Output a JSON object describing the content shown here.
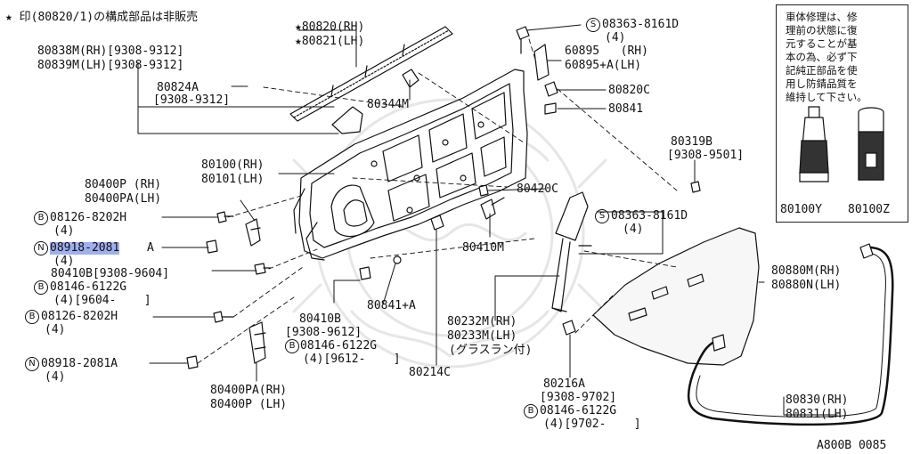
{
  "header_note": "★ 印(80820/1)の構成部品は非販売",
  "side_note": {
    "lines": [
      "車体修理は、修",
      "理前の状態に復",
      "元することが基",
      "本の為、必ず下",
      "記純正部品を使",
      "用し防錆品質を",
      "維持して下さい。"
    ],
    "items": [
      "80100Y",
      "80100Z"
    ]
  },
  "diagram_code": "A800B 0085",
  "symbols": {
    "s": "S",
    "b": "B",
    "n": "N"
  },
  "labels": {
    "p80820": "★80820(RH)",
    "p80821": "★80821(LH)",
    "p80838m": "80838M(RH)[9308-9312]",
    "p80839m": "80839M(LH)[9308-9312]",
    "p80824a": "80824A",
    "p80824a_range": "[9308-9312]",
    "p80344m": "80344M",
    "p08363_top": "08363-8161D",
    "p08363_top_qty": "(4)",
    "p60895": "60895   (RH)",
    "p60895a": "60895+A(LH)",
    "p80820c": "80820C",
    "p80841": "80841",
    "p80319b": "80319B",
    "p80319b_range": "[9308-9501]",
    "p80100": "80100(RH)",
    "p80101": "80101(LH)",
    "p80400p": "80400P (RH)",
    "p80400pa": "80400PA(LH)",
    "p08126_a": "08126-8202H",
    "p08126_a_qty": "(4)",
    "p08918_a": "08918-2081",
    "p08918_a_suffix": "A",
    "p08918_a_qty": "(4)",
    "p80410b_a": "80410B[9308-9604]",
    "p08146_a": "08146-6122G",
    "p08146_a_range": "(4)[9604-    ]",
    "p80420c": "80420C",
    "p80410m": "80410M",
    "p08363_mid": "08363-8161D",
    "p08363_mid_qty": "(4)",
    "p80880m": "80880M(RH)",
    "p80880n": "80880N(LH)",
    "p08126_b": "08126-8202H",
    "p08126_b_qty": "(4)",
    "p80410b_b": "80410B",
    "p80410b_b_range": "[9308-9612]",
    "p08146_b": "08146-6122G",
    "p08146_b_range": "(4)[9612-    ]",
    "p80841a": "80841+A",
    "p80232m": "80232M(RH)",
    "p80233m": "80233M(LH)",
    "p80233m_note": "(グラスラン付)",
    "p08918_b": "08918-2081A",
    "p08918_b_qty": "(4)",
    "p80214c": "80214C",
    "p80400pa_b": "80400PA(RH)",
    "p80400p_b": "80400P (LH)",
    "p80216a": "80216A",
    "p80216a_range": "[9308-9702]",
    "p08146_c": "08146-6122G",
    "p08146_c_range": "(4)[9702-    ]",
    "p80830": "80830(RH)",
    "p80831": "80831(LH)"
  }
}
